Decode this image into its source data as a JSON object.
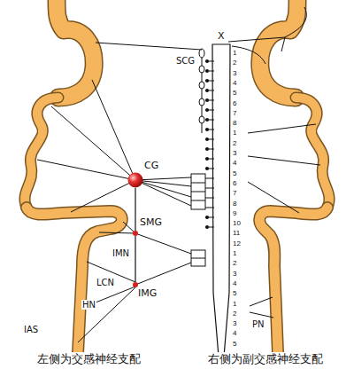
{
  "diagram": {
    "nodes": [
      {
        "text": [
          "CG"
        ]
      },
      {
        "text": [
          "SMG"
        ]
      },
      {
        "text": [
          "IMG"
        ]
      }
    ],
    "edges": [
      {
        "from": 0,
        "to": 1,
        "arrow": "none"
      },
      {
        "from": 1,
        "to": 2,
        "label": "IMN",
        "arrow": "none"
      }
    ],
    "labels": [
      "SCG",
      "X",
      "LCN",
      "HN",
      "IAS",
      "PN",
      "1",
      "2",
      "3",
      "4",
      "5",
      "6",
      "7",
      "8",
      "1",
      "2",
      "3",
      "4",
      "5",
      "6",
      "7",
      "8",
      "9",
      "10",
      "11",
      "12",
      "1",
      "2",
      "3",
      "4",
      "5",
      "1",
      "2",
      "3",
      "4",
      "5",
      "左侧为交感神经支配",
      "右侧为副交感神经支配"
    ]
  }
}
